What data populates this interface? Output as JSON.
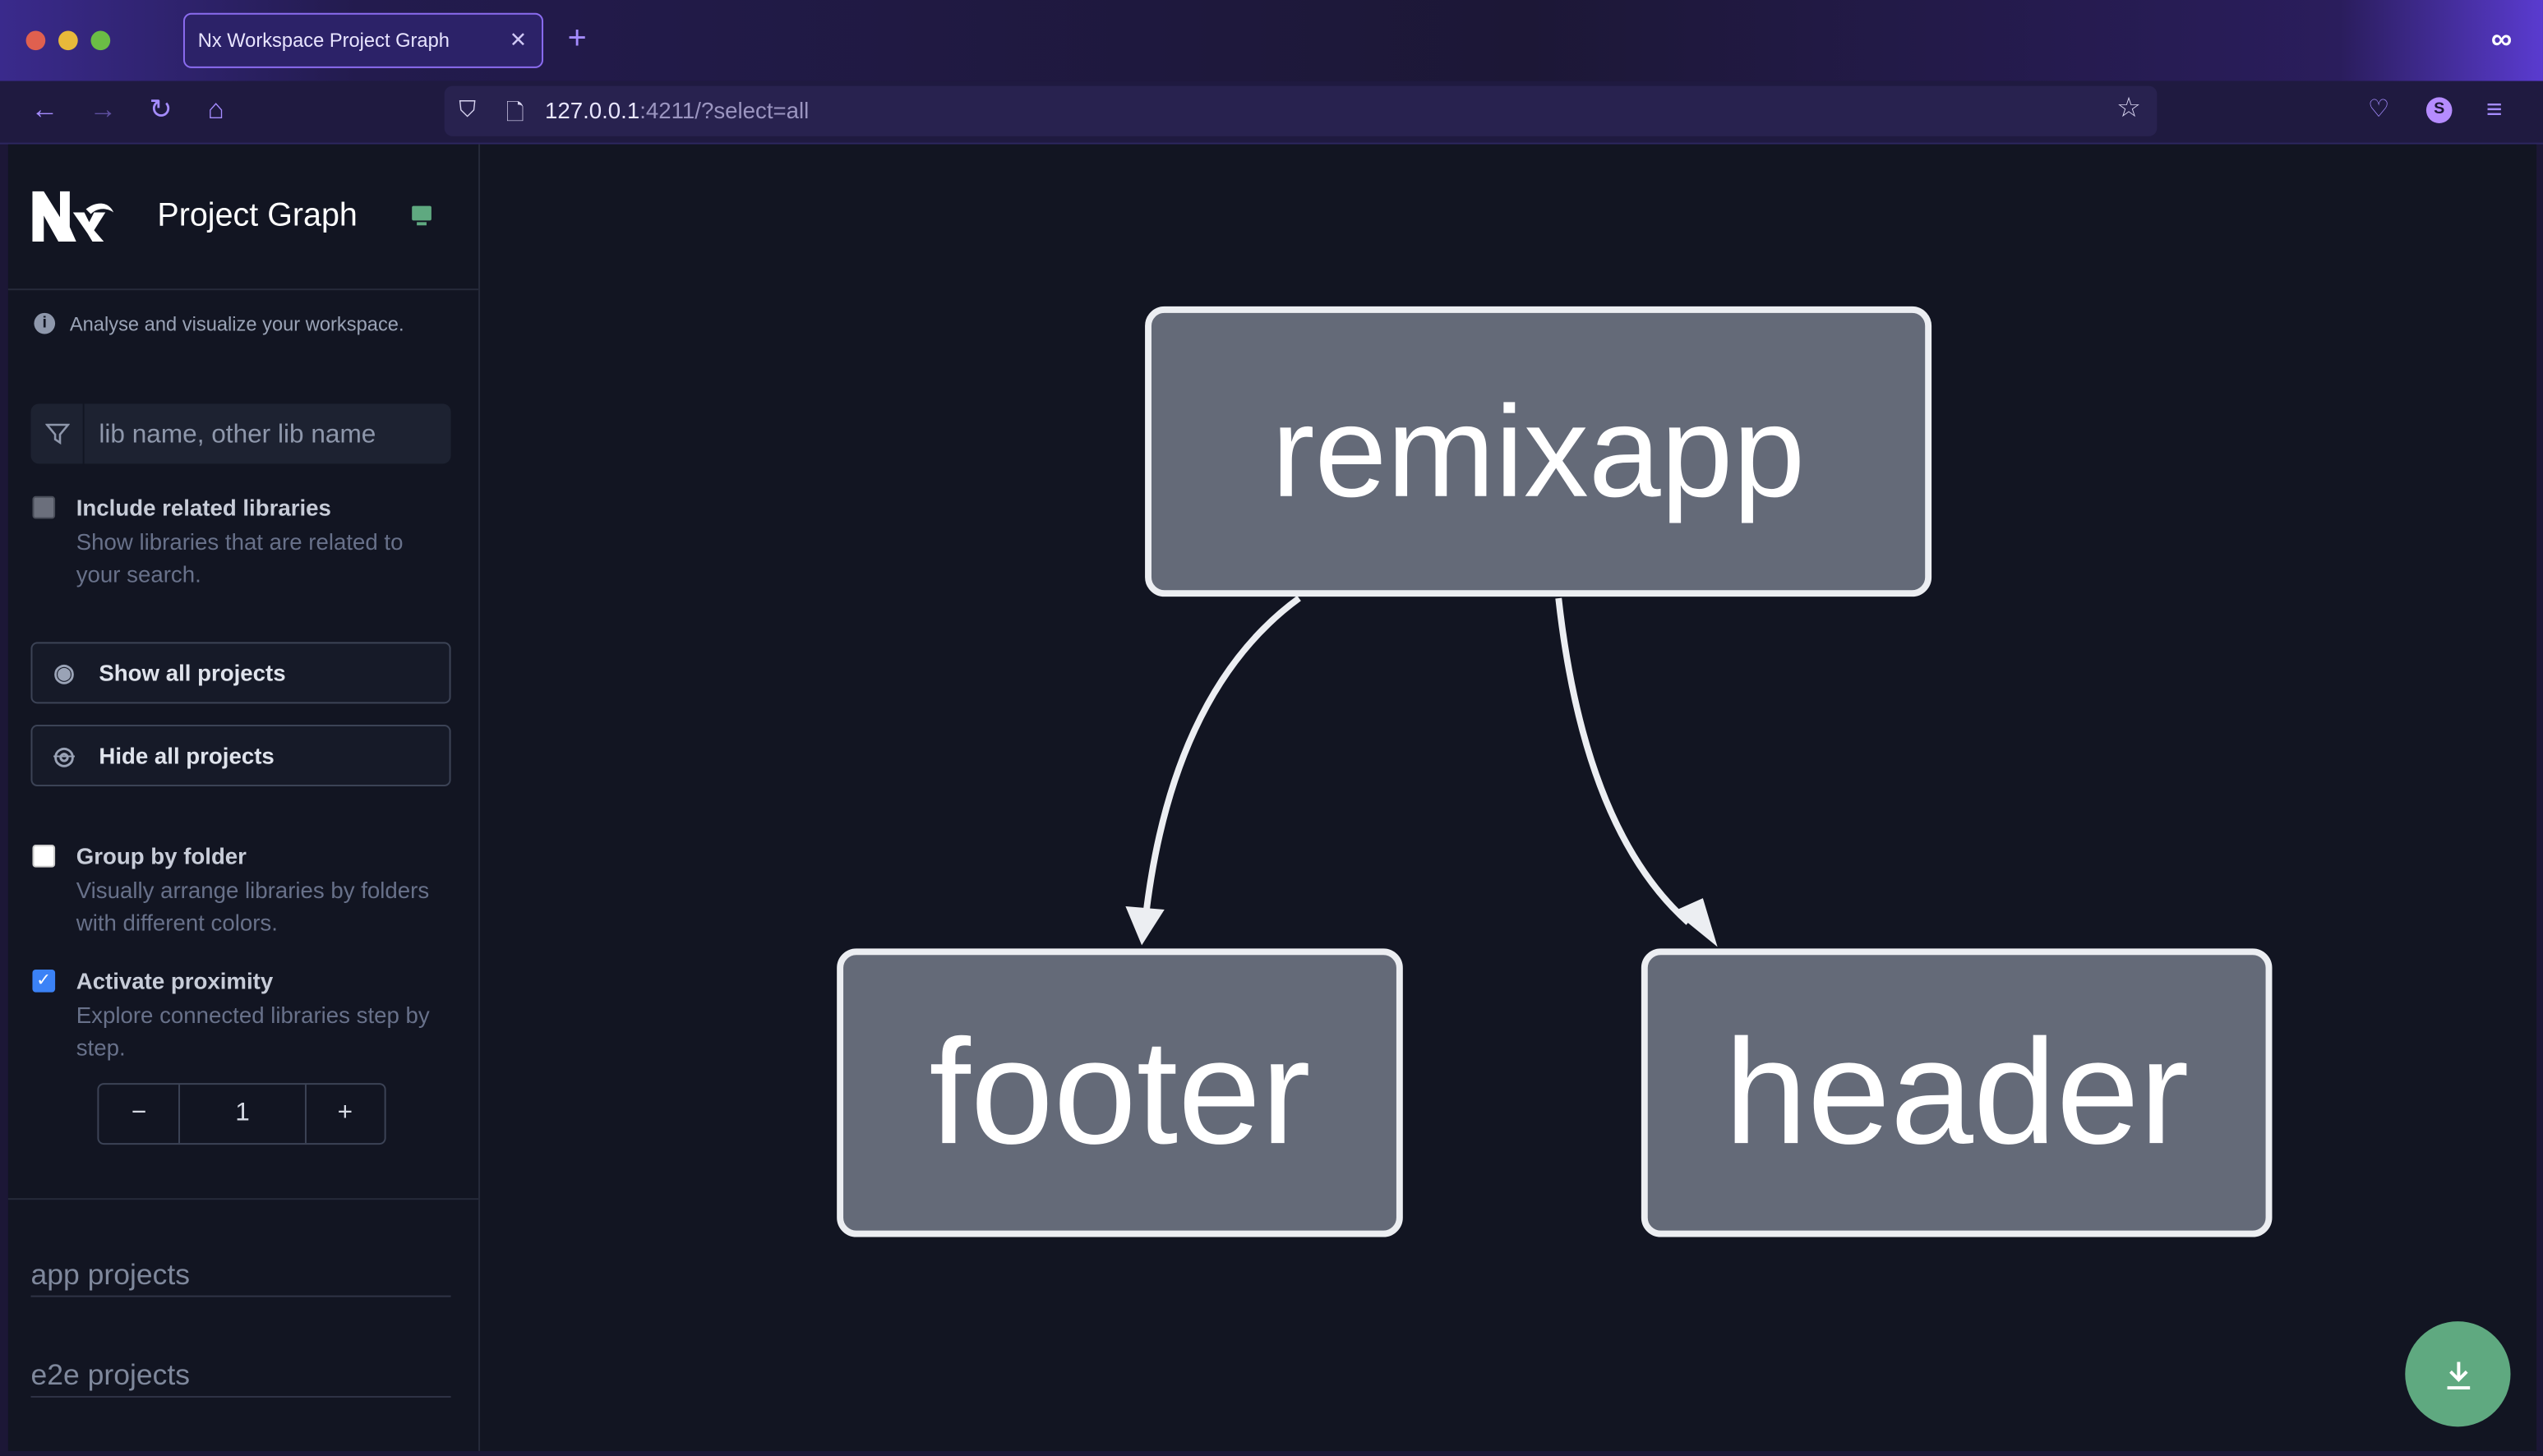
{
  "browser": {
    "tab_title": "Nx Workspace Project Graph",
    "url_host": "127.0.0.1",
    "url_rest": ":4211/?select=all",
    "accent": "#a58cff"
  },
  "sidebar": {
    "title": "Project Graph",
    "info": "Analyse and visualize your workspace.",
    "search_placeholder": "lib name, other lib name",
    "include_related": {
      "label": "Include related libraries",
      "description": "Show libraries that are related to your search.",
      "checked": false
    },
    "show_all": "Show all projects",
    "hide_all": "Hide all projects",
    "group_by_folder": {
      "label": "Group by folder",
      "description": "Visually arrange libraries by folders with different colors.",
      "checked": false
    },
    "proximity": {
      "label": "Activate proximity",
      "description": "Explore connected libraries step by step.",
      "checked": true
    },
    "stepper": {
      "minus": "−",
      "value": "1",
      "plus": "+"
    },
    "sections": [
      "app projects",
      "e2e projects"
    ]
  },
  "graph": {
    "nodes": [
      {
        "id": "remixapp",
        "label": "remixapp"
      },
      {
        "id": "footer",
        "label": "footer"
      },
      {
        "id": "header",
        "label": "header"
      }
    ],
    "edges": [
      {
        "from": "remixapp",
        "to": "footer"
      },
      {
        "from": "remixapp",
        "to": "header"
      }
    ],
    "download_color": "#5fa980"
  }
}
